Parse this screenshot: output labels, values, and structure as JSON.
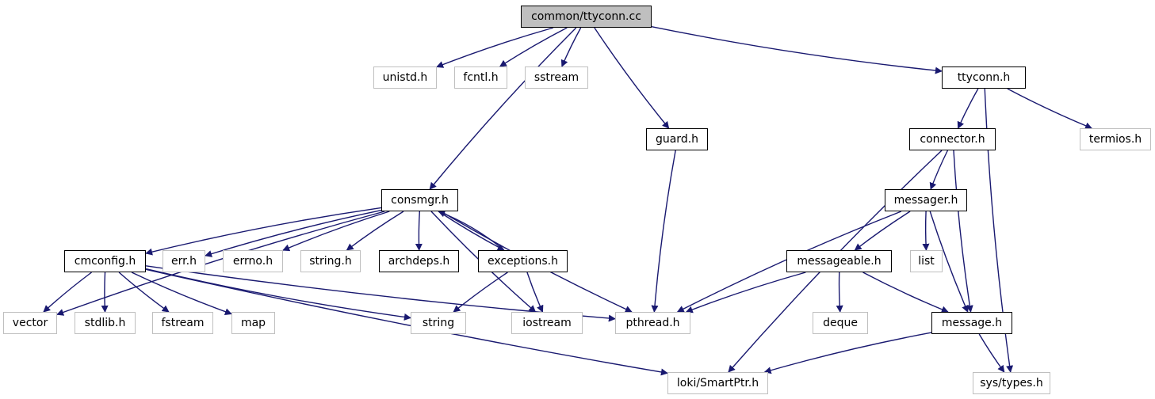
{
  "diagram": {
    "edge_color": "#191970",
    "root_fill": "#bfbfbf",
    "external_border": "#bfbfbf",
    "nodes": {
      "ttyconn_cc": {
        "label": "common/ttyconn.cc",
        "kind": "root"
      },
      "unistd": {
        "label": "unistd.h",
        "kind": "external"
      },
      "fcntl": {
        "label": "fcntl.h",
        "kind": "external"
      },
      "sstream": {
        "label": "sstream",
        "kind": "external"
      },
      "ttyconn_h": {
        "label": "ttyconn.h",
        "kind": "header"
      },
      "guard": {
        "label": "guard.h",
        "kind": "header"
      },
      "connector": {
        "label": "connector.h",
        "kind": "header"
      },
      "termios": {
        "label": "termios.h",
        "kind": "external"
      },
      "consmgr": {
        "label": "consmgr.h",
        "kind": "header"
      },
      "messager": {
        "label": "messager.h",
        "kind": "header"
      },
      "cmconfig": {
        "label": "cmconfig.h",
        "kind": "header"
      },
      "err": {
        "label": "err.h",
        "kind": "external"
      },
      "errno": {
        "label": "errno.h",
        "kind": "external"
      },
      "string_h": {
        "label": "string.h",
        "kind": "external"
      },
      "archdeps": {
        "label": "archdeps.h",
        "kind": "header"
      },
      "exceptions": {
        "label": "exceptions.h",
        "kind": "header"
      },
      "messageable": {
        "label": "messageable.h",
        "kind": "header"
      },
      "list": {
        "label": "list",
        "kind": "external"
      },
      "vector": {
        "label": "vector",
        "kind": "external"
      },
      "stdlib": {
        "label": "stdlib.h",
        "kind": "external"
      },
      "fstream": {
        "label": "fstream",
        "kind": "external"
      },
      "map": {
        "label": "map",
        "kind": "external"
      },
      "string": {
        "label": "string",
        "kind": "external"
      },
      "iostream": {
        "label": "iostream",
        "kind": "external"
      },
      "pthread": {
        "label": "pthread.h",
        "kind": "external"
      },
      "deque": {
        "label": "deque",
        "kind": "external"
      },
      "message": {
        "label": "message.h",
        "kind": "header"
      },
      "smartptr": {
        "label": "loki/SmartPtr.h",
        "kind": "external"
      },
      "systypes": {
        "label": "sys/types.h",
        "kind": "external"
      }
    },
    "edges": [
      [
        "ttyconn_cc",
        "unistd"
      ],
      [
        "ttyconn_cc",
        "fcntl"
      ],
      [
        "ttyconn_cc",
        "sstream"
      ],
      [
        "ttyconn_cc",
        "ttyconn_h"
      ],
      [
        "ttyconn_cc",
        "guard"
      ],
      [
        "ttyconn_cc",
        "consmgr"
      ],
      [
        "ttyconn_h",
        "connector"
      ],
      [
        "ttyconn_h",
        "termios"
      ],
      [
        "ttyconn_h",
        "systypes"
      ],
      [
        "guard",
        "pthread"
      ],
      [
        "connector",
        "messager"
      ],
      [
        "connector",
        "message"
      ],
      [
        "connector",
        "smartptr"
      ],
      [
        "consmgr",
        "cmconfig"
      ],
      [
        "consmgr",
        "err"
      ],
      [
        "consmgr",
        "errno"
      ],
      [
        "consmgr",
        "string_h"
      ],
      [
        "consmgr",
        "archdeps"
      ],
      [
        "consmgr",
        "exceptions"
      ],
      [
        "consmgr",
        "vector"
      ],
      [
        "consmgr",
        "iostream"
      ],
      [
        "consmgr",
        "pthread"
      ],
      [
        "exceptions",
        "consmgr"
      ],
      [
        "exceptions",
        "string"
      ],
      [
        "exceptions",
        "iostream"
      ],
      [
        "messager",
        "messageable"
      ],
      [
        "messager",
        "list"
      ],
      [
        "messager",
        "message"
      ],
      [
        "messager",
        "pthread"
      ],
      [
        "cmconfig",
        "vector"
      ],
      [
        "cmconfig",
        "stdlib"
      ],
      [
        "cmconfig",
        "fstream"
      ],
      [
        "cmconfig",
        "map"
      ],
      [
        "cmconfig",
        "string"
      ],
      [
        "cmconfig",
        "pthread"
      ],
      [
        "cmconfig",
        "smartptr"
      ],
      [
        "messageable",
        "deque"
      ],
      [
        "messageable",
        "message"
      ],
      [
        "messageable",
        "pthread"
      ],
      [
        "message",
        "smartptr"
      ],
      [
        "message",
        "systypes"
      ]
    ]
  }
}
